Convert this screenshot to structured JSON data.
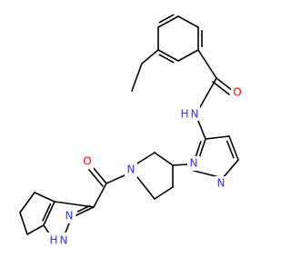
{
  "molecule": {
    "atom_labels": {
      "nh_amide": "H",
      "n_amide": "N",
      "o_amide": "O",
      "o_ketone": "O",
      "n_pip": "N",
      "n_pz1": "N",
      "n_pz2": "N",
      "n_cp1": "N",
      "nh_cp": "H"
    },
    "colors": {
      "bond": "#000000",
      "nitrogen": "#3333ff",
      "oxygen": "#ff0000"
    }
  }
}
